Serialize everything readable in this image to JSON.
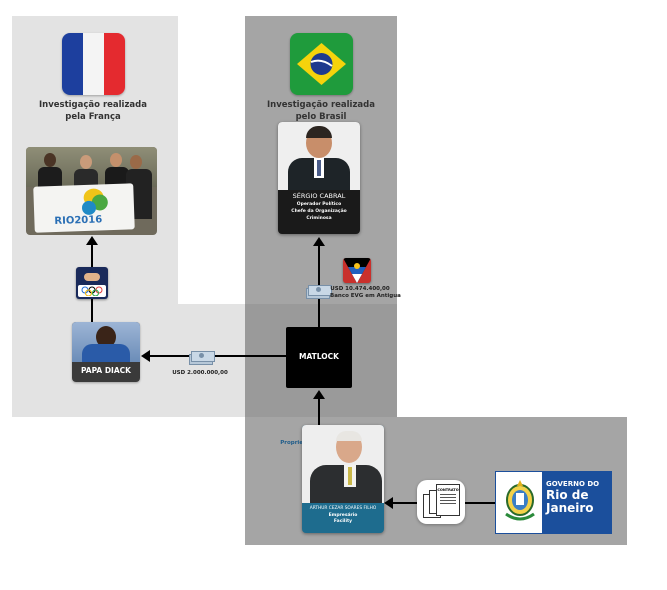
{
  "france": {
    "title_line1": "Investigação realizada",
    "title_line2": "pela França"
  },
  "brasil": {
    "title_line1": "Investigação realizada",
    "title_line2": "pelo Brasil"
  },
  "rio2016_photo": {
    "flag_text": "RIO2016"
  },
  "papa_diack": {
    "name": "PAPA DIACK"
  },
  "matlock": {
    "name": "MATLOCK"
  },
  "sergio_cabral": {
    "name": "SÉRGIO CABRAL",
    "role1": "Operador Político",
    "role2": "Chefe da Organização Criminosa"
  },
  "arthur": {
    "name": "ARTHUR CEZAR SOARES FILHO",
    "role1": "Empresário",
    "role2": "Facility"
  },
  "transfers": {
    "to_diack": "USD 2.000.000,00",
    "from_cabral_line1": "USD 10.474.400,00",
    "from_cabral_line2": "Banco EVG em Antigua"
  },
  "labels": {
    "proprietario": "Proprietário",
    "contrato": "CONTRATO"
  },
  "governo": {
    "line1": "GOVERNO DO",
    "line2": "Rio de",
    "line3": "Janeiro"
  },
  "colors": {
    "france_region": "#e3e3e3",
    "brasil_region": "#a5a5a5",
    "overlap_region": "#9b9b9b",
    "nameplate": "#3a3a3a",
    "arthur_plate": "#1e6c8e",
    "governo_blue": "#1b4f9c"
  }
}
